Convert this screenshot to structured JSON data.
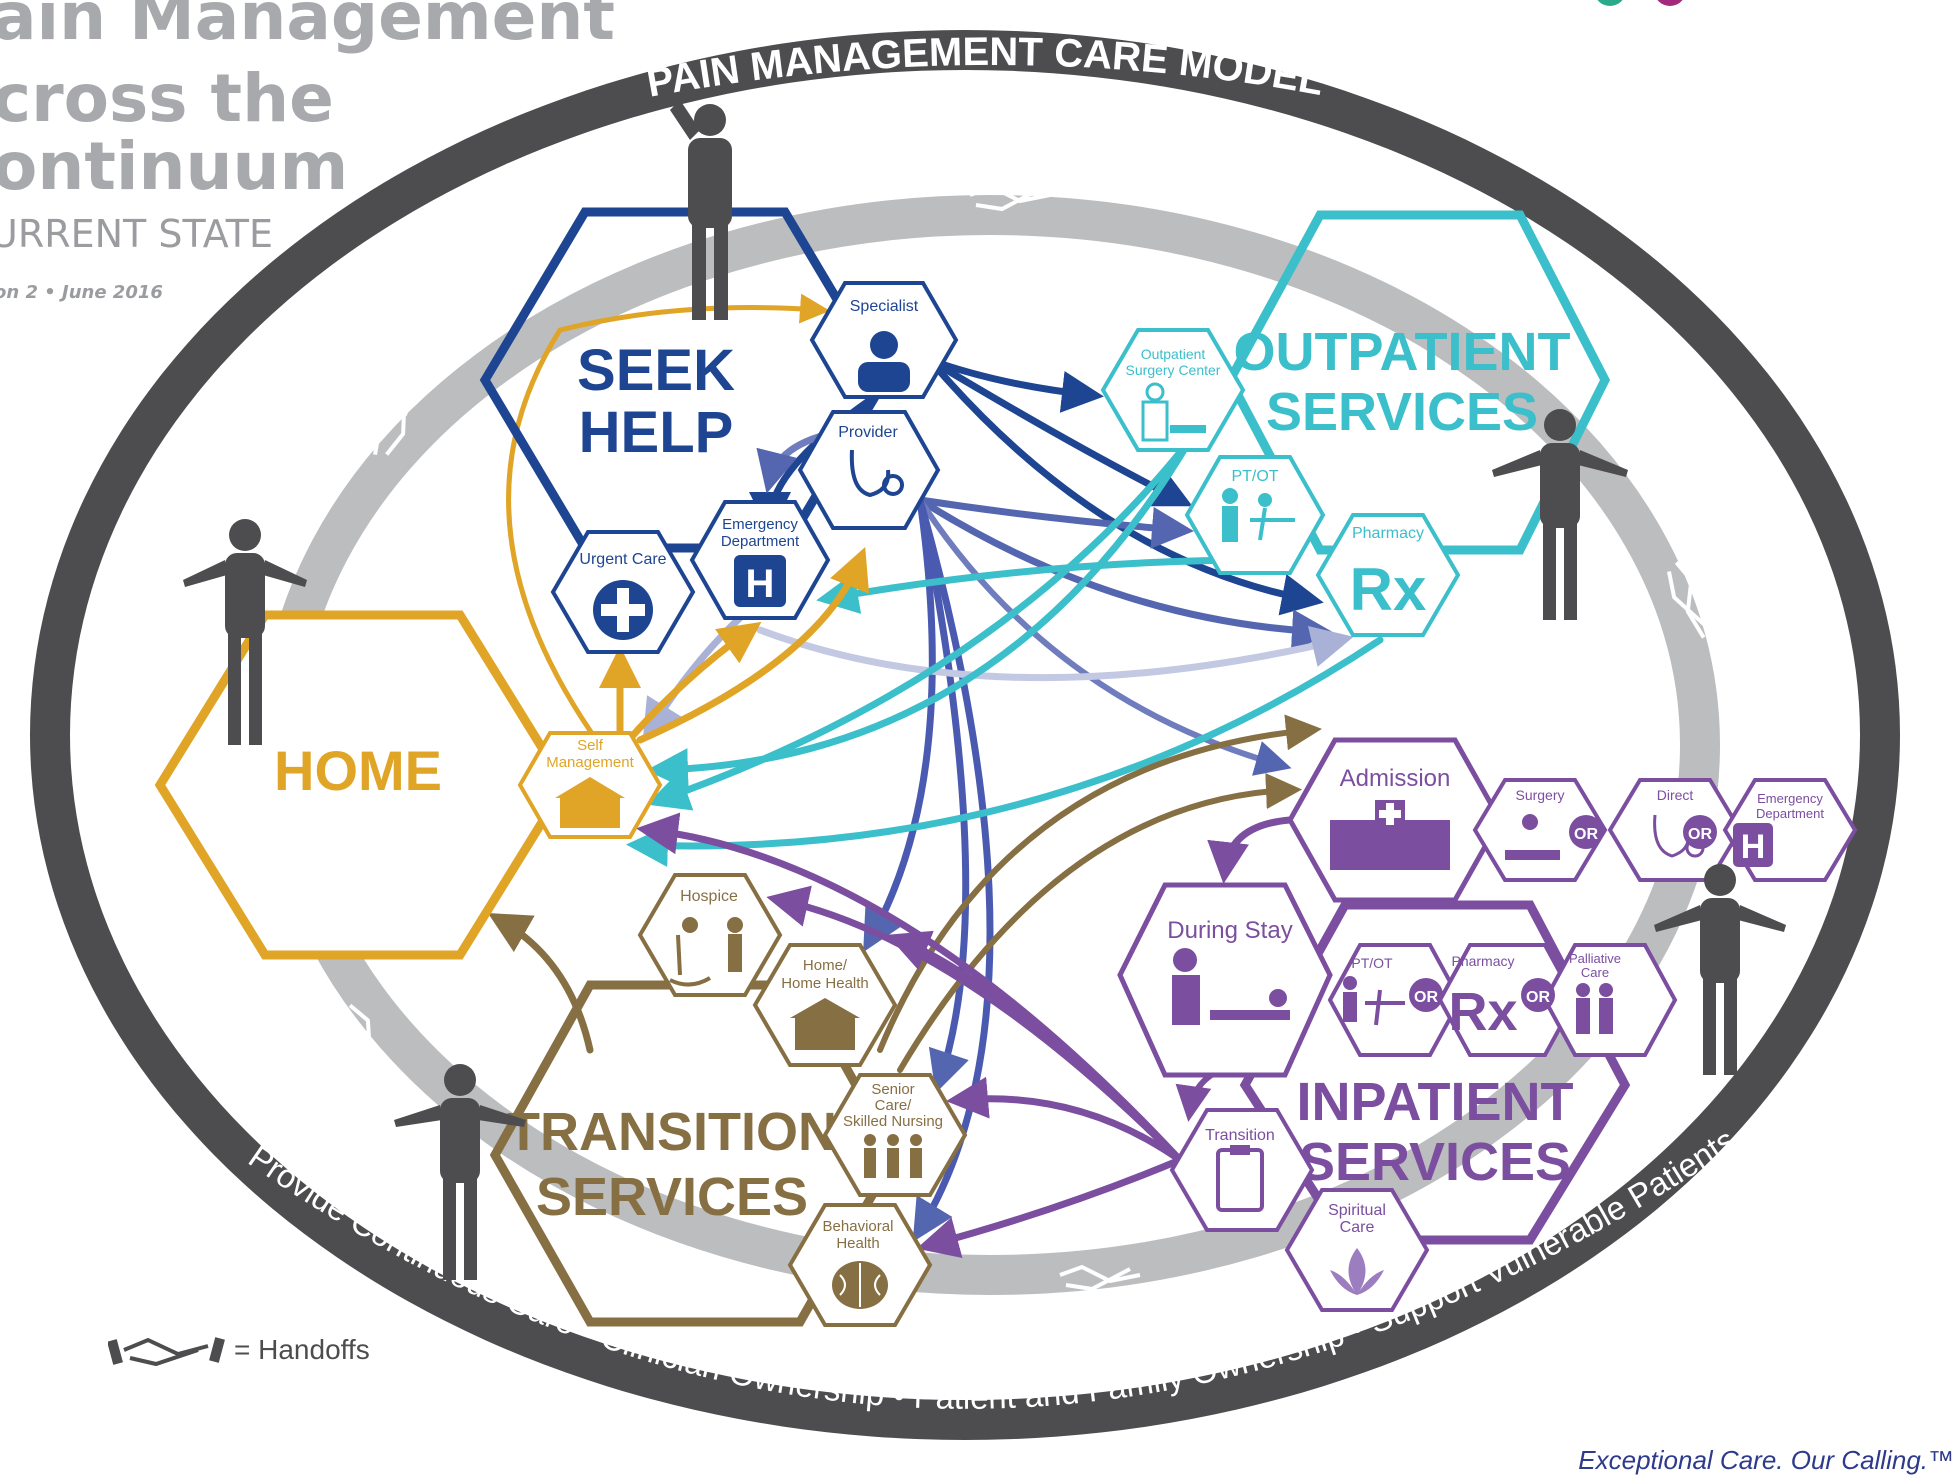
{
  "header": {
    "title_line1": "ain Management",
    "title_line2": "cross the",
    "title_line3": "ontinuum",
    "state": "URRENT STATE",
    "version": "on 2 • June 2016"
  },
  "ring": {
    "top_label": "PAIN MANAGEMENT CARE MODEL",
    "bottom_label": "Provide Continuous Care  •  Clinician Ownership  •  Patient and Family Ownership  •  Support Vulnerable Patients"
  },
  "colors": {
    "home": "#e0a526",
    "seek_help": "#1e4592",
    "outpatient": "#3bbfcb",
    "inpatient": "#7b4ea0",
    "transition": "#876f44",
    "ring_dark": "#4d4d4f",
    "ring_light": "#bcbdbf"
  },
  "hubs": {
    "home": "HOME",
    "seek_help_1": "SEEK",
    "seek_help_2": "HELP",
    "outpatient_1": "OUTPATIENT",
    "outpatient_2": "SERVICES",
    "inpatient_1": "INPATIENT",
    "inpatient_2": "SERVICES",
    "transition_1": "TRANSITION",
    "transition_2": "SERVICES"
  },
  "nodes": {
    "specialist": "Specialist",
    "provider": "Provider",
    "urgent_care": "Urgent Care",
    "emergency_1": "Emergency",
    "emergency_2": "Department",
    "self_mgmt_1": "Self",
    "self_mgmt_2": "Management",
    "outpatient_surgery_1": "Outpatient",
    "outpatient_surgery_2": "Surgery Center",
    "pt_ot": "PT/OT",
    "pharmacy": "Pharmacy",
    "admission": "Admission",
    "surgery": "Surgery",
    "direct": "Direct",
    "ip_emergency_1": "Emergency",
    "ip_emergency_2": "Department",
    "during_stay": "During Stay",
    "ip_pt_ot": "PT/OT",
    "ip_pharmacy": "Pharmacy",
    "palliative_1": "Palliative",
    "palliative_2": "Care",
    "transition": "Transition",
    "spiritual_1": "Spiritual",
    "spiritual_2": "Care",
    "hospice": "Hospice",
    "home_health_1": "Home/",
    "home_health_2": "Home Health",
    "senior_1": "Senior",
    "senior_2": "Care/",
    "senior_3": "Skilled Nursing",
    "behavioral_1": "Behavioral",
    "behavioral_2": "Health",
    "or": "OR",
    "rx": "Rx"
  },
  "legend": {
    "label": "= Handoffs",
    "icon": "handshake-icon"
  },
  "tagline": "Exceptional Care. Our Calling.™"
}
